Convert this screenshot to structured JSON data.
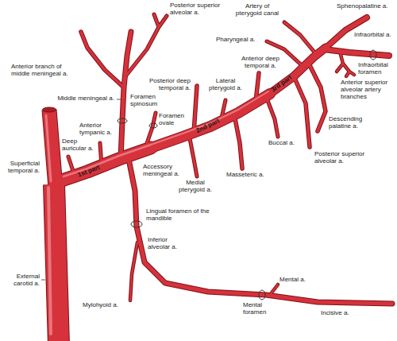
{
  "diagram": {
    "labels": [
      "Posterior superior alveolar a.",
      "Artery of pterygoid canal",
      "Sphenopalatine a.",
      "Pharyngeal a.",
      "Infraorbital a.",
      "Anterior deep temporal a.",
      "Infraorbital foramen",
      "Anterior branch of middle meningeal a.",
      "Posterior deep temporal a.",
      "Lateral pterygoid a.",
      "Anterior superior alveolar artery branches",
      "3rd part",
      "Foramen spinosum",
      "Middle meningeal a.",
      "Descending palatine a.",
      "Foramen ovale",
      "Anterior tympanic a.",
      "2nd part",
      "Deep auricular a.",
      "Buccal a.",
      "Posterior superior alveolar a.",
      "1st part",
      "Superficial temporal a.",
      "Accessory meningeal a.",
      "Masseteric a.",
      "Medial pterygoid a.",
      "Lingual foramen of the mandible",
      "Inferior alveolar a.",
      "External carotid a.",
      "Mental a.",
      "Mylohyoid a.",
      "Mental foramen",
      "Incisive a."
    ]
  }
}
